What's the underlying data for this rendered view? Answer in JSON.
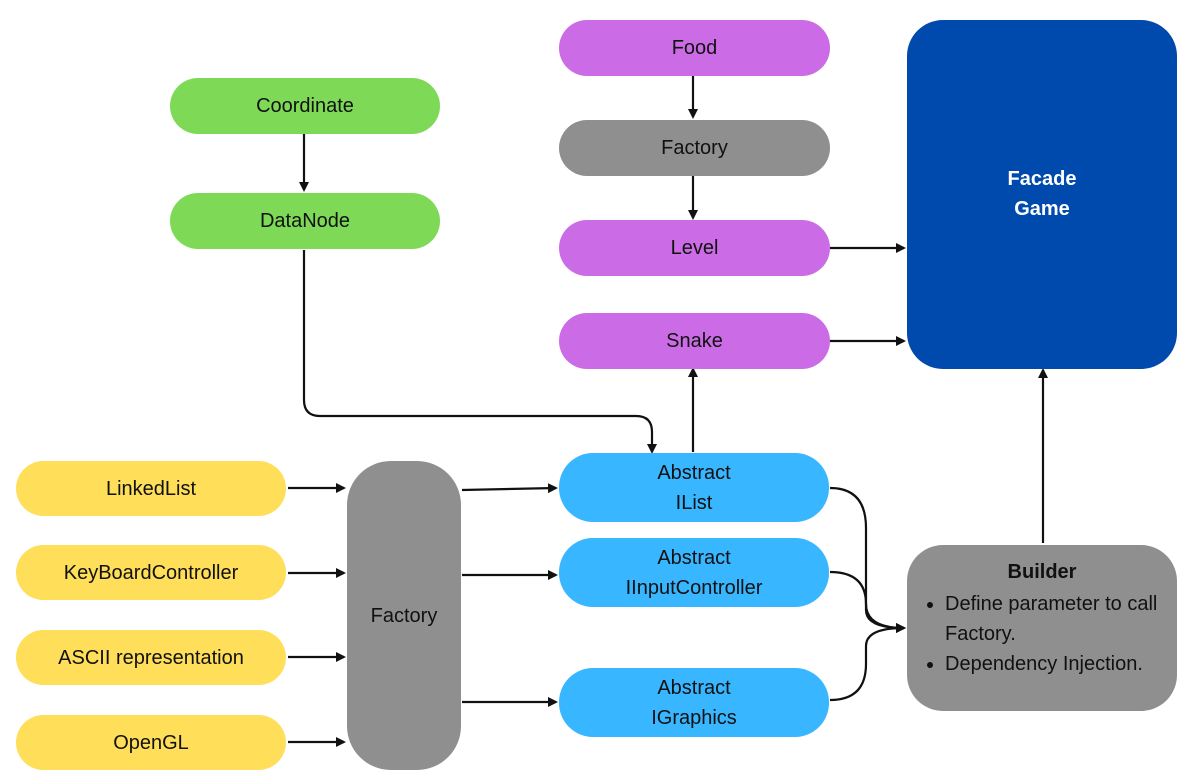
{
  "nodes": {
    "coordinate": "Coordinate",
    "datanode": "DataNode",
    "food": "Food",
    "factory_top": "Factory",
    "level": "Level",
    "snake": "Snake",
    "facade_line1": "Facade",
    "facade_line2": "Game",
    "linkedlist": "LinkedList",
    "keyboardcontroller": "KeyBoardController",
    "ascii": "ASCII representation",
    "opengl": "OpenGL",
    "factory_mid": "Factory",
    "ilist_line1": "Abstract",
    "ilist_line2": "IList",
    "iinput_line1": "Abstract",
    "iinput_line2": "IInputController",
    "igraphics_line1": "Abstract",
    "igraphics_line2": "IGraphics",
    "builder_title": "Builder",
    "builder_bullets": [
      "Define parameter to call Factory.",
      "Dependency Injection."
    ]
  },
  "colors": {
    "green": "#7ed957",
    "purple": "#cb6ce6",
    "gray": "#8f8f8f",
    "blue": "#38b6ff",
    "yellow": "#ffde59",
    "navy": "#004aad",
    "edge": "#111111"
  }
}
